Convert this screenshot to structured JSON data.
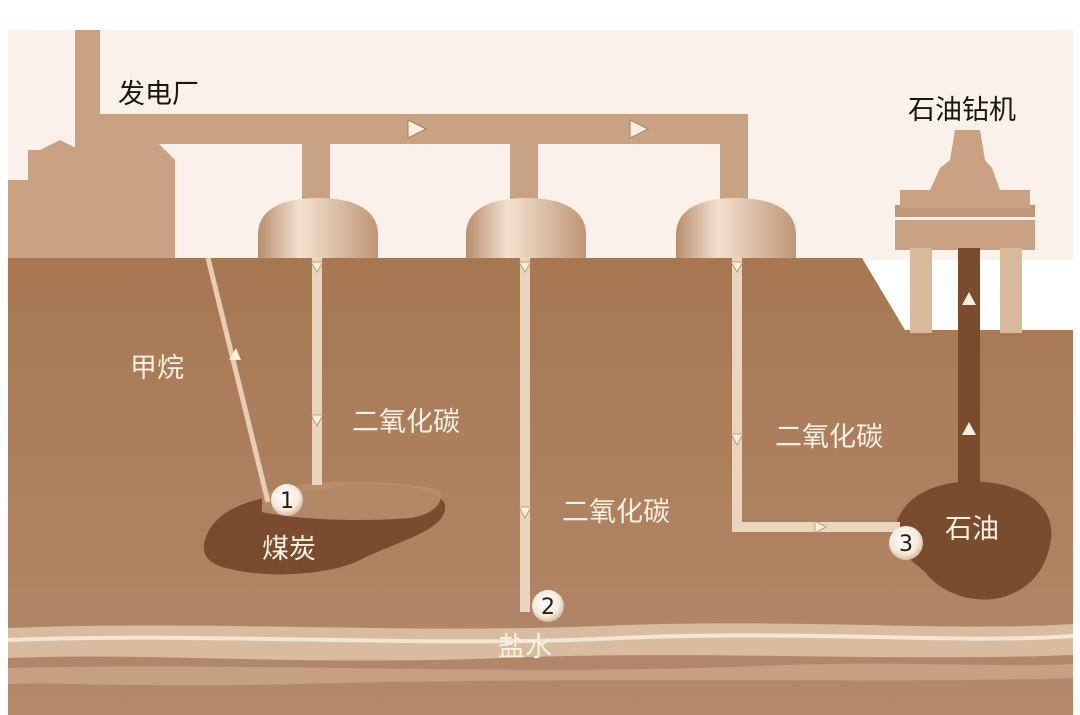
{
  "labels": {
    "power_plant": "发电厂",
    "oil_rig": "石油钻机",
    "methane": "甲烷",
    "co2_left": "二氧化碳",
    "co2_middle": "二氧化碳",
    "co2_right": "二氧化碳",
    "coal": "煤炭",
    "brine": "盐水",
    "oil": "石油"
  },
  "markers": [
    "1",
    "2",
    "3"
  ],
  "colors": {
    "ground": "#a87a56",
    "ground_dark": "#946745",
    "sky": "#faf2ea",
    "structure": "#c9a284",
    "pipe": "#ead4bd",
    "deposit": "#7a4b2c",
    "brine_layer": "#d9bca0",
    "text_dark": "#1b1410",
    "text_light": "#fdf1e4"
  }
}
